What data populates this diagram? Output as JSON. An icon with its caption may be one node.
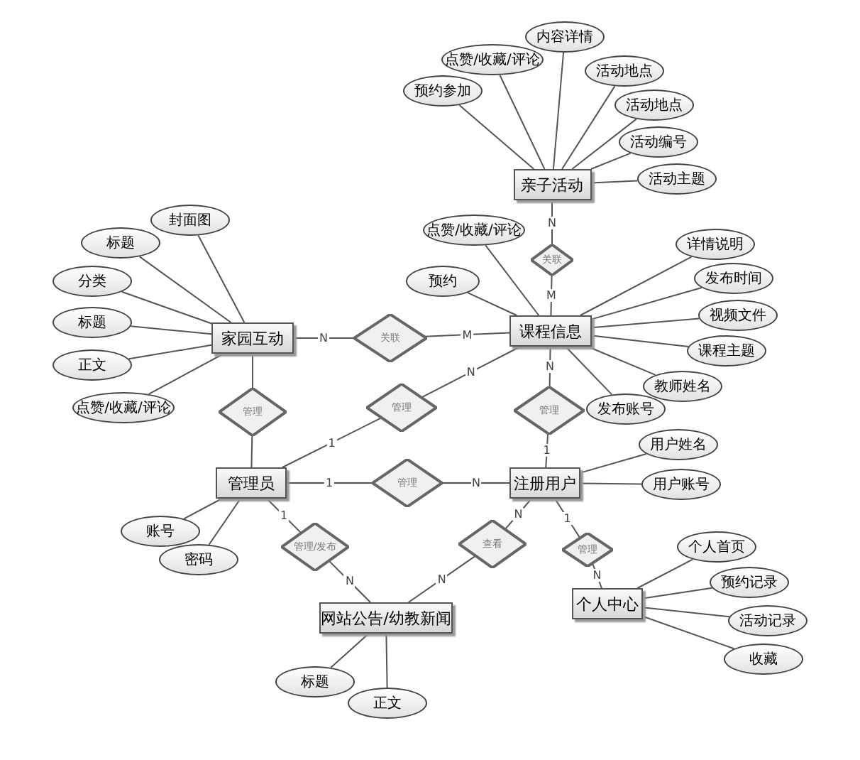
{
  "diagram": {
    "nodes": [
      {
        "text": [
          "亲子活动"
        ]
      },
      {
        "text": [
          "课程信息"
        ]
      },
      {
        "text": [
          "家园互动"
        ]
      },
      {
        "text": [
          "管理员"
        ]
      },
      {
        "text": [
          "注册用户"
        ]
      },
      {
        "text": [
          "网站公告/幼教新闻"
        ]
      },
      {
        "text": [
          "个人中心"
        ]
      },
      {
        "text": [
          "预约参加"
        ]
      },
      {
        "text": [
          "点赞/收藏/评论"
        ]
      },
      {
        "text": [
          "内容详情"
        ]
      },
      {
        "text": [
          "活动地点"
        ]
      },
      {
        "text": [
          "活动地点"
        ]
      },
      {
        "text": [
          "活动编号"
        ]
      },
      {
        "text": [
          "活动主题"
        ]
      },
      {
        "text": [
          "点赞/收藏/评论"
        ]
      },
      {
        "text": [
          "预约"
        ]
      },
      {
        "text": [
          "详情说明"
        ]
      },
      {
        "text": [
          "发布时间"
        ]
      },
      {
        "text": [
          "视频文件"
        ]
      },
      {
        "text": [
          "课程主题"
        ]
      },
      {
        "text": [
          "教师姓名"
        ]
      },
      {
        "text": [
          "发布账号"
        ]
      },
      {
        "text": [
          "封面图"
        ]
      },
      {
        "text": [
          "标题"
        ]
      },
      {
        "text": [
          "分类"
        ]
      },
      {
        "text": [
          "标题"
        ]
      },
      {
        "text": [
          "正文"
        ]
      },
      {
        "text": [
          "点赞/收藏/评论"
        ]
      },
      {
        "text": [
          "账号"
        ]
      },
      {
        "text": [
          "密码"
        ]
      },
      {
        "text": [
          "用户姓名"
        ]
      },
      {
        "text": [
          "用户账号"
        ]
      },
      {
        "text": [
          "标题"
        ]
      },
      {
        "text": [
          "正文"
        ]
      },
      {
        "text": [
          "个人首页"
        ]
      },
      {
        "text": [
          "预约记录"
        ]
      },
      {
        "text": [
          "活动记录"
        ]
      },
      {
        "text": [
          "收藏"
        ]
      },
      {
        "text": [
          "关联"
        ]
      },
      {
        "text": [
          "关联"
        ]
      },
      {
        "text": [
          "管理"
        ]
      },
      {
        "text": [
          "管理"
        ]
      },
      {
        "text": [
          "管理"
        ]
      },
      {
        "text": [
          "管理"
        ]
      },
      {
        "text": [
          "管理/发布"
        ]
      },
      {
        "text": [
          "查看"
        ]
      },
      {
        "text": [
          "管理"
        ]
      }
    ],
    "edges": [
      {
        "from": 0,
        "to": 7,
        "arrow": "none"
      },
      {
        "from": 0,
        "to": 8,
        "arrow": "none"
      },
      {
        "from": 0,
        "to": 9,
        "arrow": "none"
      },
      {
        "from": 0,
        "to": 10,
        "arrow": "none"
      },
      {
        "from": 0,
        "to": 11,
        "arrow": "none"
      },
      {
        "from": 0,
        "to": 12,
        "arrow": "none"
      },
      {
        "from": 0,
        "to": 13,
        "arrow": "none"
      },
      {
        "from": 1,
        "to": 14,
        "arrow": "none"
      },
      {
        "from": 1,
        "to": 15,
        "arrow": "none"
      },
      {
        "from": 1,
        "to": 16,
        "arrow": "none"
      },
      {
        "from": 1,
        "to": 17,
        "arrow": "none"
      },
      {
        "from": 1,
        "to": 18,
        "arrow": "none"
      },
      {
        "from": 1,
        "to": 19,
        "arrow": "none"
      },
      {
        "from": 1,
        "to": 20,
        "arrow": "none"
      },
      {
        "from": 1,
        "to": 21,
        "arrow": "none"
      },
      {
        "from": 2,
        "to": 22,
        "arrow": "none"
      },
      {
        "from": 2,
        "to": 23,
        "arrow": "none"
      },
      {
        "from": 2,
        "to": 24,
        "arrow": "none"
      },
      {
        "from": 2,
        "to": 25,
        "arrow": "none"
      },
      {
        "from": 2,
        "to": 26,
        "arrow": "none"
      },
      {
        "from": 2,
        "to": 27,
        "arrow": "none"
      },
      {
        "from": 3,
        "to": 28,
        "arrow": "none"
      },
      {
        "from": 3,
        "to": 29,
        "arrow": "none"
      },
      {
        "from": 4,
        "to": 30,
        "arrow": "none"
      },
      {
        "from": 4,
        "to": 31,
        "arrow": "none"
      },
      {
        "from": 5,
        "to": 32,
        "arrow": "none"
      },
      {
        "from": 5,
        "to": 33,
        "arrow": "none"
      },
      {
        "from": 6,
        "to": 34,
        "arrow": "none"
      },
      {
        "from": 6,
        "to": 35,
        "arrow": "none"
      },
      {
        "from": 6,
        "to": 36,
        "arrow": "none"
      },
      {
        "from": 6,
        "to": 37,
        "arrow": "none"
      },
      {
        "from": 0,
        "to": 38,
        "label": "N",
        "arrow": "none"
      },
      {
        "from": 38,
        "to": 1,
        "label": "M",
        "arrow": "none"
      },
      {
        "from": 2,
        "to": 39,
        "label": "N",
        "arrow": "none"
      },
      {
        "from": 39,
        "to": 1,
        "label": "M",
        "arrow": "none"
      },
      {
        "from": 2,
        "to": 40,
        "arrow": "none"
      },
      {
        "from": 40,
        "to": 3,
        "arrow": "none"
      },
      {
        "from": 3,
        "to": 41,
        "label": "1",
        "arrow": "none"
      },
      {
        "from": 41,
        "to": 1,
        "label": "N",
        "arrow": "none"
      },
      {
        "from": 1,
        "to": 42,
        "label": "N",
        "arrow": "none"
      },
      {
        "from": 42,
        "to": 4,
        "label": "1",
        "arrow": "none"
      },
      {
        "from": 3,
        "to": 43,
        "label": "1",
        "arrow": "none"
      },
      {
        "from": 43,
        "to": 4,
        "label": "N",
        "arrow": "none"
      },
      {
        "from": 3,
        "to": 44,
        "label": "1",
        "arrow": "none"
      },
      {
        "from": 44,
        "to": 5,
        "label": "N",
        "arrow": "none"
      },
      {
        "from": 4,
        "to": 45,
        "label": "N",
        "arrow": "none"
      },
      {
        "from": 45,
        "to": 5,
        "label": "N",
        "arrow": "none"
      },
      {
        "from": 4,
        "to": 46,
        "label": "1",
        "arrow": "none"
      },
      {
        "from": 46,
        "to": 6,
        "label": "N",
        "arrow": "none"
      }
    ]
  }
}
